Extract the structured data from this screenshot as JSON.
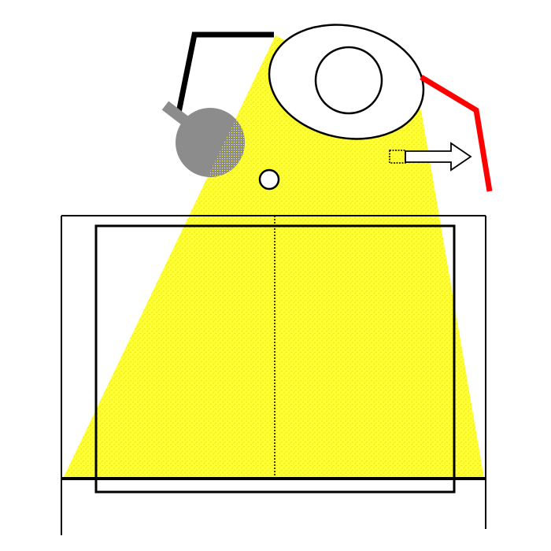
{
  "diagram": {
    "colors": {
      "background": "#ffffff",
      "outline": "#000000",
      "light_beam": "#ffff33",
      "beam_texture": "#d8d800",
      "gray_object": "#8c8c8c",
      "red_marker": "#ff0000"
    },
    "elements": [
      "yellow-light-beam",
      "outer-frame",
      "inner-frame",
      "center-dotted-divider",
      "black-bracket",
      "gray-round-object",
      "large-ellipse",
      "inner-circle",
      "small-circle",
      "right-arrow",
      "red-bracket"
    ]
  }
}
